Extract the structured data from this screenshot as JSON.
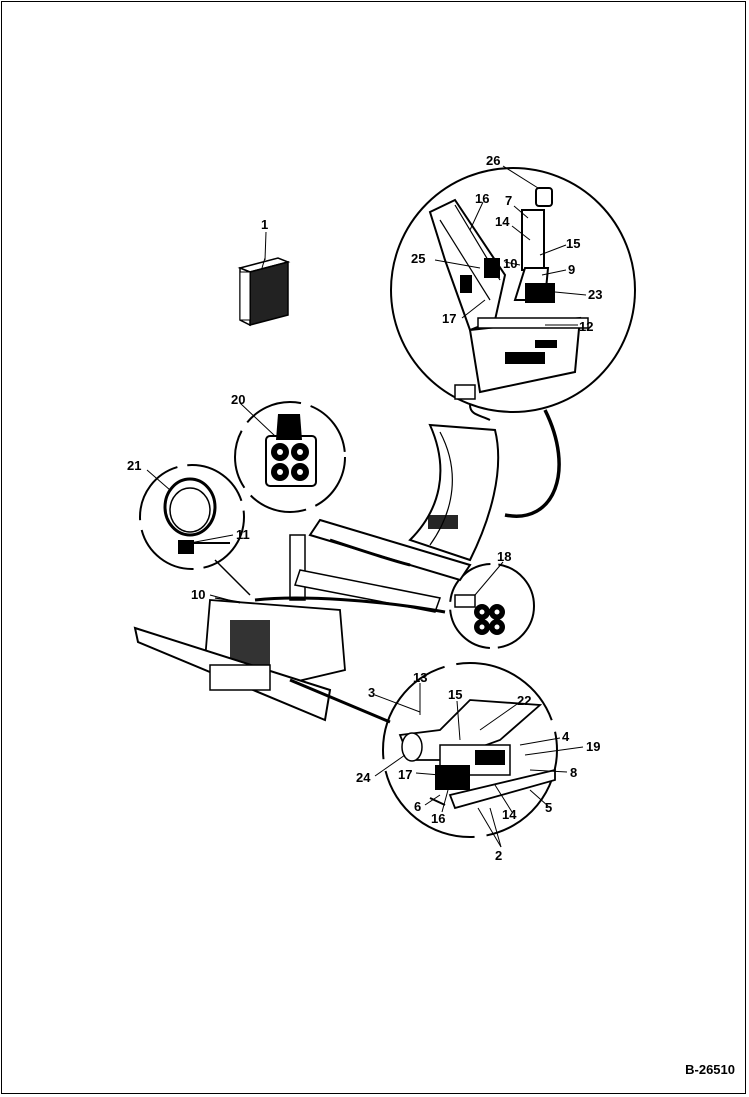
{
  "diagram": {
    "reference": "B-26510",
    "callouts": {
      "c1": "1",
      "c26": "26",
      "c7": "7",
      "c16_top": "16",
      "c14_top": "14",
      "c15_top": "15",
      "c25": "25",
      "c10_top": "10",
      "c9": "9",
      "c23": "23",
      "c17_top": "17",
      "c12": "12",
      "c20": "20",
      "c21": "21",
      "c11": "11",
      "c18": "18",
      "c10_left": "10",
      "c13": "13",
      "c3": "3",
      "c15_bot": "15",
      "c22": "22",
      "c4": "4",
      "c19": "19",
      "c24": "24",
      "c17_bot": "17",
      "c8": "8",
      "c6": "6",
      "c16_bot": "16",
      "c14_bot": "14",
      "c5": "5",
      "c2": "2"
    }
  }
}
